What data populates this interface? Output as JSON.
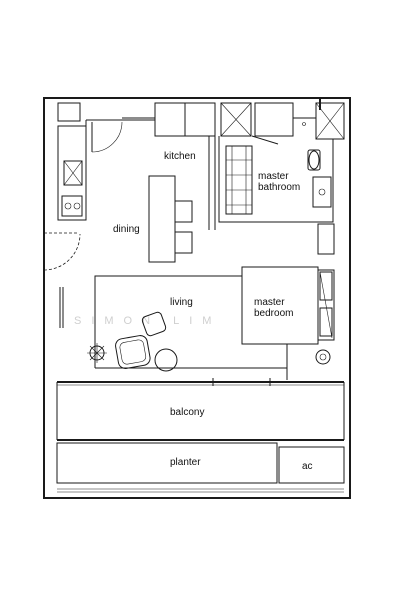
{
  "rooms": {
    "kitchen": "kitchen",
    "master_bathroom_line1": "master",
    "master_bathroom_line2": "bathroom",
    "dining": "dining",
    "living": "living",
    "master_bedroom_line1": "master",
    "master_bedroom_line2": "bedroom",
    "balcony": "balcony",
    "planter": "planter",
    "ac": "ac"
  },
  "watermark": "SIMON LIM"
}
